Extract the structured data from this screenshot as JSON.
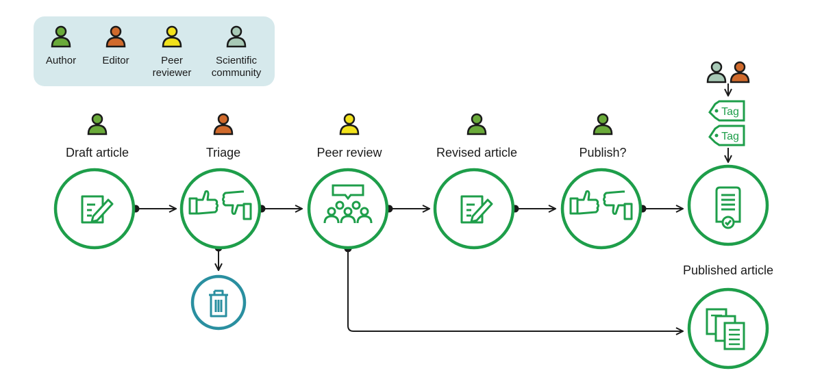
{
  "legend": {
    "items": [
      {
        "label_line1": "Author",
        "label_line2": "",
        "color": "#6aaa3a"
      },
      {
        "label_line1": "Editor",
        "label_line2": "",
        "color": "#d06a2c"
      },
      {
        "label_line1": "Peer",
        "label_line2": "reviewer",
        "color": "#f2e21c"
      },
      {
        "label_line1": "Scientific",
        "label_line2": "community",
        "color": "#a8c9b6"
      }
    ]
  },
  "steps": [
    {
      "label": "Draft article",
      "person_color": "#6aaa3a"
    },
    {
      "label": "Triage",
      "person_color": "#d06a2c"
    },
    {
      "label": "Peer review",
      "person_color": "#f2e21c"
    },
    {
      "label": "Revised article",
      "person_color": "#6aaa3a"
    },
    {
      "label": "Publish?",
      "person_color": "#6aaa3a"
    }
  ],
  "final": {
    "tags": [
      "Tag",
      "Tag"
    ],
    "published_label": "Published article"
  },
  "colors": {
    "green": "#1e9e4a",
    "teal": "#2a8fa0",
    "outline": "#1a1a1a"
  }
}
